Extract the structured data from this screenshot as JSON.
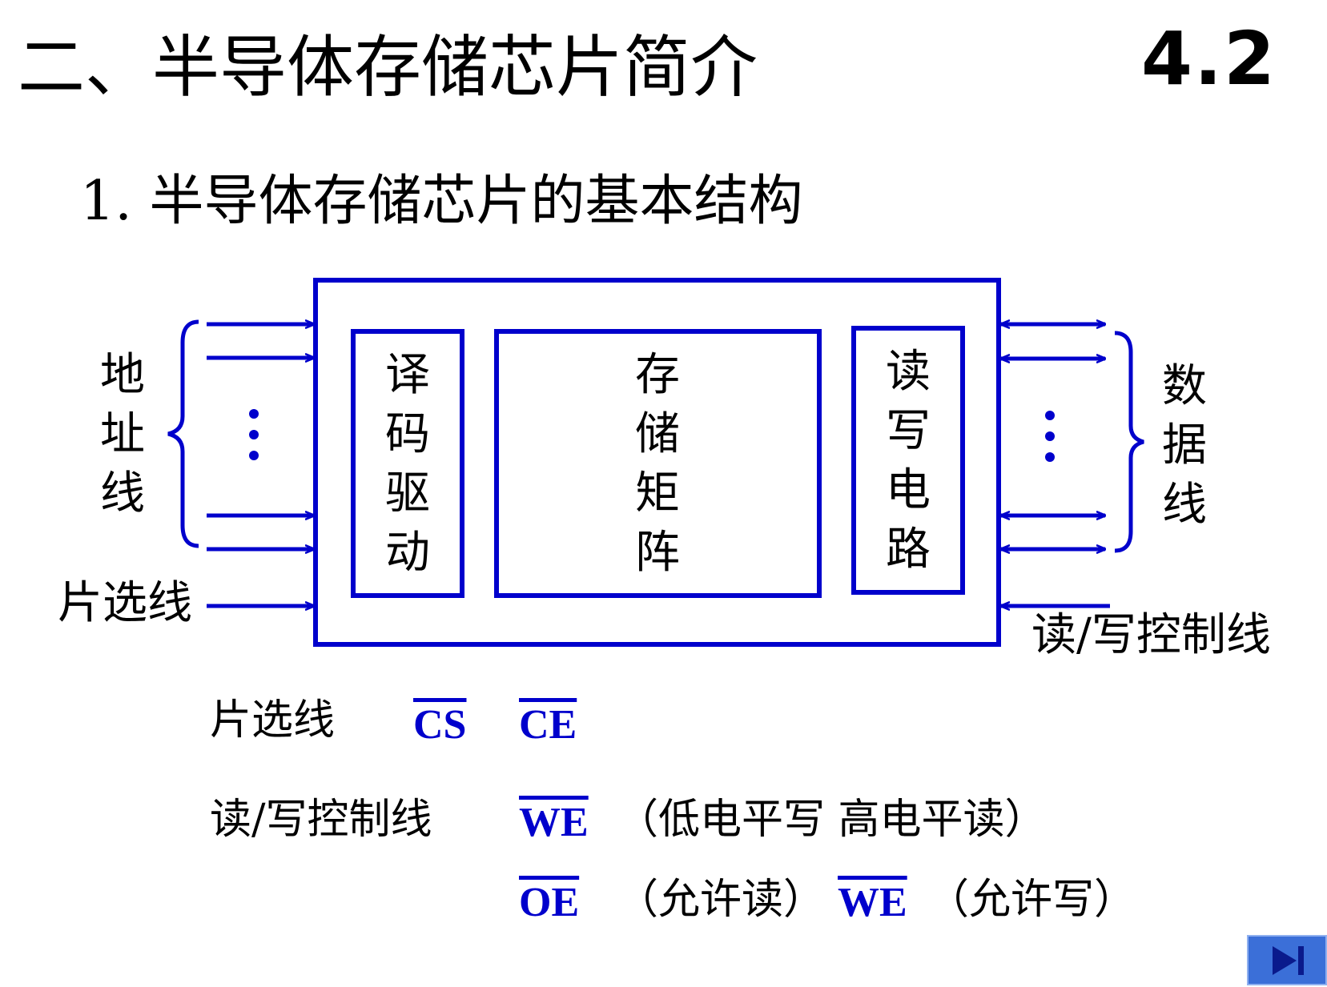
{
  "slide": {
    "title": "二、半导体存储芯片简介",
    "section_number": "4.2",
    "subtitle": "1.  半导体存储芯片的基本结构"
  },
  "diagram": {
    "blocks": {
      "decoder": "译码驱动",
      "matrix": "存储矩阵",
      "rw_circuit": "读写电路"
    },
    "labels": {
      "address_lines": "地址线",
      "data_lines": "数据线",
      "chip_select": "片选线",
      "rw_control": "读/写控制线",
      "ellipsis": "⋮"
    }
  },
  "legend": {
    "chip_select_label": "片选线",
    "cs": "CS",
    "ce": "CE",
    "rw_label": "读/写控制线",
    "we": "WE",
    "we_note": "（低电平写  高电平读）",
    "oe": "OE",
    "oe_note": "（允许读）",
    "we2": "WE",
    "we2_note": "（允许写）"
  },
  "colors": {
    "diagram_blue": "#0000cc",
    "nav_button": "#3b6fd8"
  },
  "icons": {
    "nav": "play-next-icon"
  }
}
